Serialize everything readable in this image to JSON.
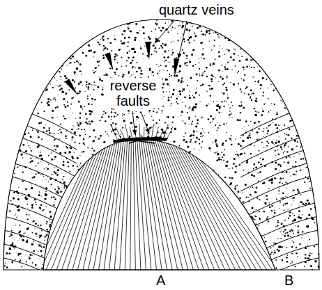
{
  "diagram": {
    "labels": [
      "quartz veins",
      "reverse faults",
      "A",
      "B"
    ]
  }
}
